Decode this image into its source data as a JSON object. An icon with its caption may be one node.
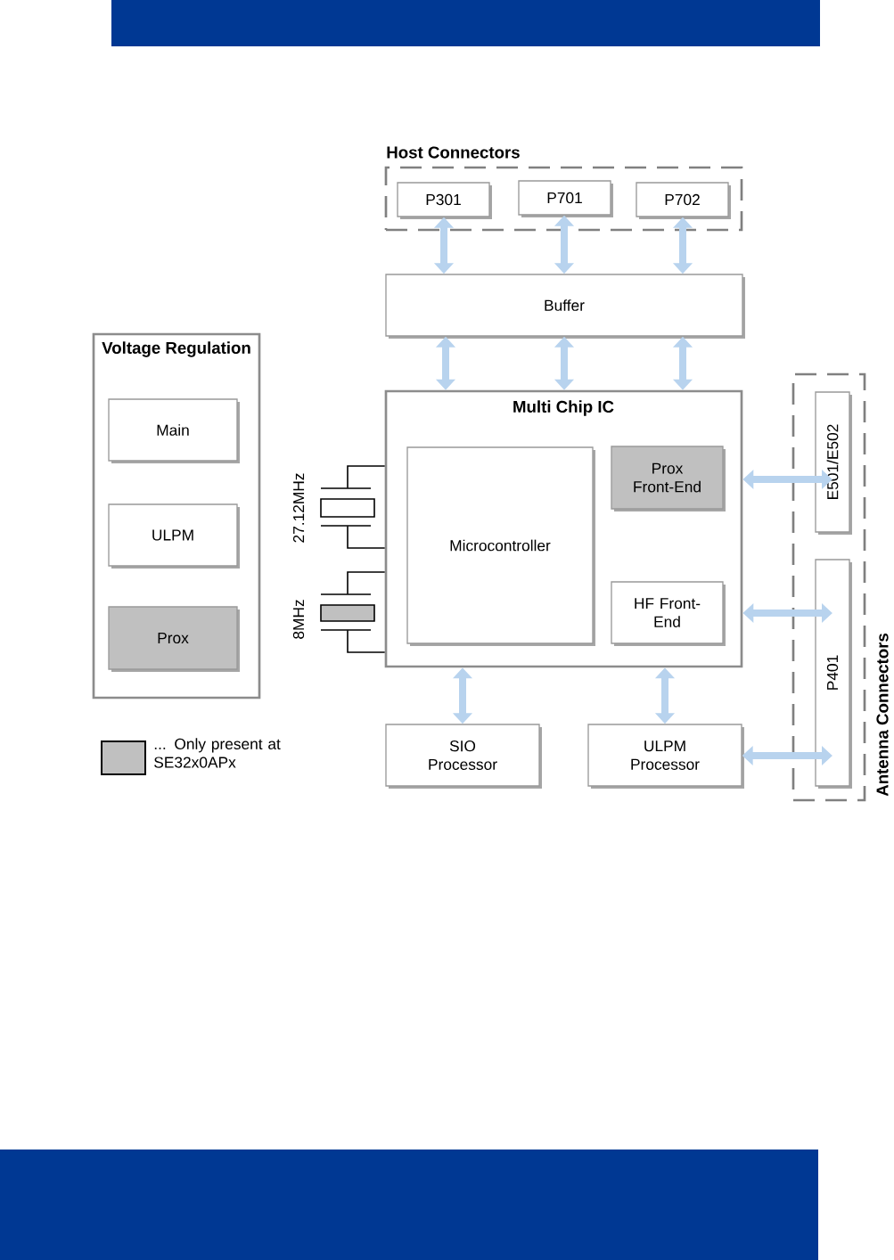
{
  "diagram": {
    "nodes": [
      {
        "text": [
          "Host Connectors"
        ]
      },
      {
        "text": [
          "P301"
        ],
        "in": 0
      },
      {
        "text": [
          "P701"
        ],
        "in": 0
      },
      {
        "text": [
          "P702"
        ],
        "in": 0
      },
      {
        "text": [
          "Buffer"
        ]
      },
      {
        "text": [
          "Voltage Regulation"
        ]
      },
      {
        "text": [
          "Main"
        ],
        "in": 5
      },
      {
        "text": [
          "ULPM"
        ],
        "in": 5
      },
      {
        "text": [
          "Prox"
        ],
        "in": 5
      },
      {
        "text": [
          "Multi Chip IC"
        ]
      },
      {
        "text": [
          "Microcontroller"
        ],
        "in": 9
      },
      {
        "text": [
          "Prox Front-End"
        ],
        "in": 9
      },
      {
        "text": [
          "HF Front-End"
        ],
        "in": 9
      },
      {
        "text": [
          "SIO Processor"
        ]
      },
      {
        "text": [
          "ULPM Processor"
        ]
      },
      {
        "text": [
          "Antenna Connectors"
        ]
      },
      {
        "text": [
          "E501/E502"
        ],
        "in": 15
      },
      {
        "text": [
          "P401"
        ],
        "in": 15
      },
      {
        "text": [],
        "shape": "crystal",
        "beside": [
          "27.12MHz"
        ]
      },
      {
        "text": [],
        "shape": "crystal",
        "beside": [
          "8MHz"
        ]
      }
    ],
    "edges": [
      {
        "from": 1,
        "to": 4,
        "arrow": "both"
      },
      {
        "from": 2,
        "to": 4,
        "arrow": "both"
      },
      {
        "from": 3,
        "to": 4,
        "arrow": "both"
      },
      {
        "from": 4,
        "to": 9,
        "arrow": "both"
      },
      {
        "from": 4,
        "to": 9,
        "arrow": "both"
      },
      {
        "from": 4,
        "to": 9,
        "arrow": "both"
      },
      {
        "from": 9,
        "to": 13,
        "arrow": "both"
      },
      {
        "from": 9,
        "to": 14,
        "arrow": "both"
      },
      {
        "from": 9,
        "to": 16,
        "arrow": "both"
      },
      {
        "from": 9,
        "to": 17,
        "arrow": "both"
      },
      {
        "from": 14,
        "to": 17,
        "arrow": "both"
      },
      {
        "from": 18,
        "to": 9,
        "arrow": "none",
        "color": "#000000"
      },
      {
        "from": 18,
        "to": 9,
        "arrow": "none",
        "color": "#000000"
      },
      {
        "from": 19,
        "to": 9,
        "arrow": "none",
        "color": "#000000"
      },
      {
        "from": 19,
        "to": 9,
        "arrow": "none",
        "color": "#000000"
      }
    ],
    "legend": [
      {
        "text": "... Only present at SE32x0APx",
        "color": "#c0c0c0"
      }
    ]
  }
}
